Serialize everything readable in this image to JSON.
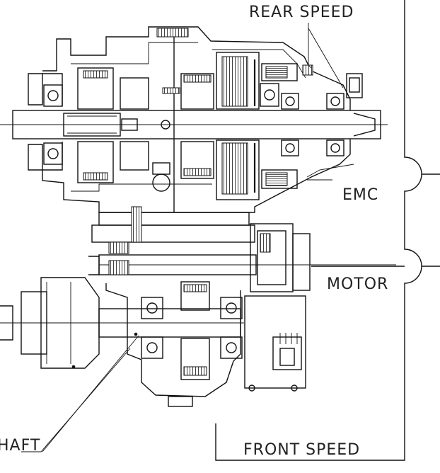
{
  "labels": {
    "rear_speed": "REAR SPEED",
    "emc": "EMC",
    "motor": "MOTOR",
    "front_speed": "FRONT SPEED",
    "shaft": "HAFT"
  },
  "colors": {
    "line": "#111111",
    "background": "#ffffff"
  }
}
